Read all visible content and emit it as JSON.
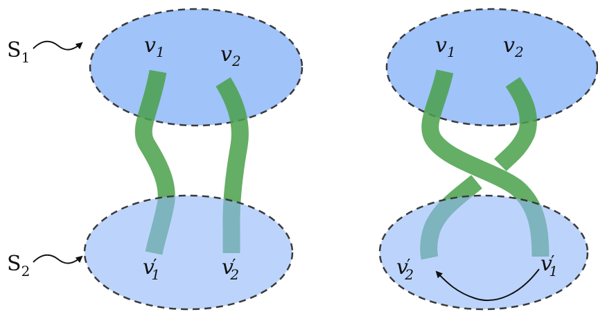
{
  "colors": {
    "ellipse_fill": "#8fb8f8",
    "ellipse_stroke": "#3a3a3a",
    "path_color": "#4aa04a",
    "arrow_color": "#111111"
  },
  "labels": {
    "set_top": {
      "base": "S",
      "sub": "1"
    },
    "set_bottom": {
      "base": "S",
      "sub": "2"
    },
    "v1": {
      "base": "v",
      "sub": "1"
    },
    "v2": {
      "base": "v",
      "sub": "2"
    },
    "v1p": {
      "base": "v",
      "prime": "′",
      "sub": "1"
    },
    "v2p": {
      "base": "v",
      "prime": "′",
      "sub": "2"
    }
  }
}
